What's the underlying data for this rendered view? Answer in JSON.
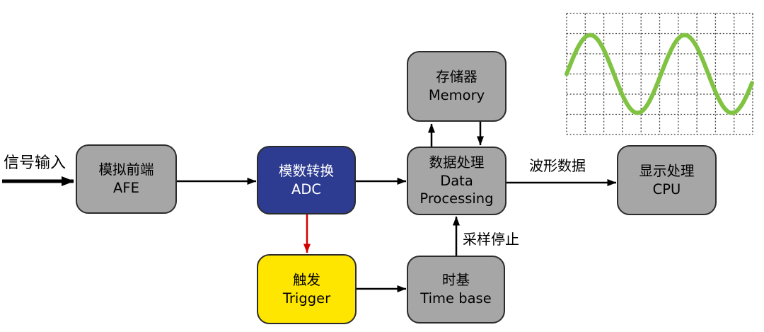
{
  "diagram": {
    "input_label": "信号输入",
    "waveform_data_label": "波形数据",
    "sampling_stop_label": "采样停止"
  },
  "boxes": {
    "afe": {
      "zh": "模拟前端",
      "en": "AFE"
    },
    "adc": {
      "zh": "模数转换",
      "en": "ADC"
    },
    "trigger": {
      "zh": "触发",
      "en": "Trigger"
    },
    "memory": {
      "zh": "存储器",
      "en": "Memory"
    },
    "data_processing": {
      "zh": "数据处理",
      "en": "Data Processing"
    },
    "time_base": {
      "zh": "时基",
      "en": "Time base"
    },
    "cpu": {
      "zh": "显示处理",
      "en": "CPU"
    }
  },
  "colors": {
    "box_gray": "#A6A6A6",
    "box_blue": "#2D3C91",
    "box_yellow": "#FFE600",
    "box_border": "#2B2B2B",
    "arrow_black": "#000000",
    "arrow_red": "#D40000",
    "wave_green": "#80C342",
    "grid_dots": "#3A3A3A",
    "background": "#FFFFFF"
  },
  "chart_data": {
    "type": "line",
    "title": "",
    "xlabel": "",
    "ylabel": "",
    "legend": false,
    "grid": {
      "cols": 10,
      "rows": 6,
      "style": "dotted"
    },
    "series": [
      {
        "name": "waveform",
        "shape": "sine",
        "cycles": 1.97,
        "amplitude_divisions": 1.93,
        "midline_division": 3,
        "color": "#80C342"
      }
    ]
  }
}
